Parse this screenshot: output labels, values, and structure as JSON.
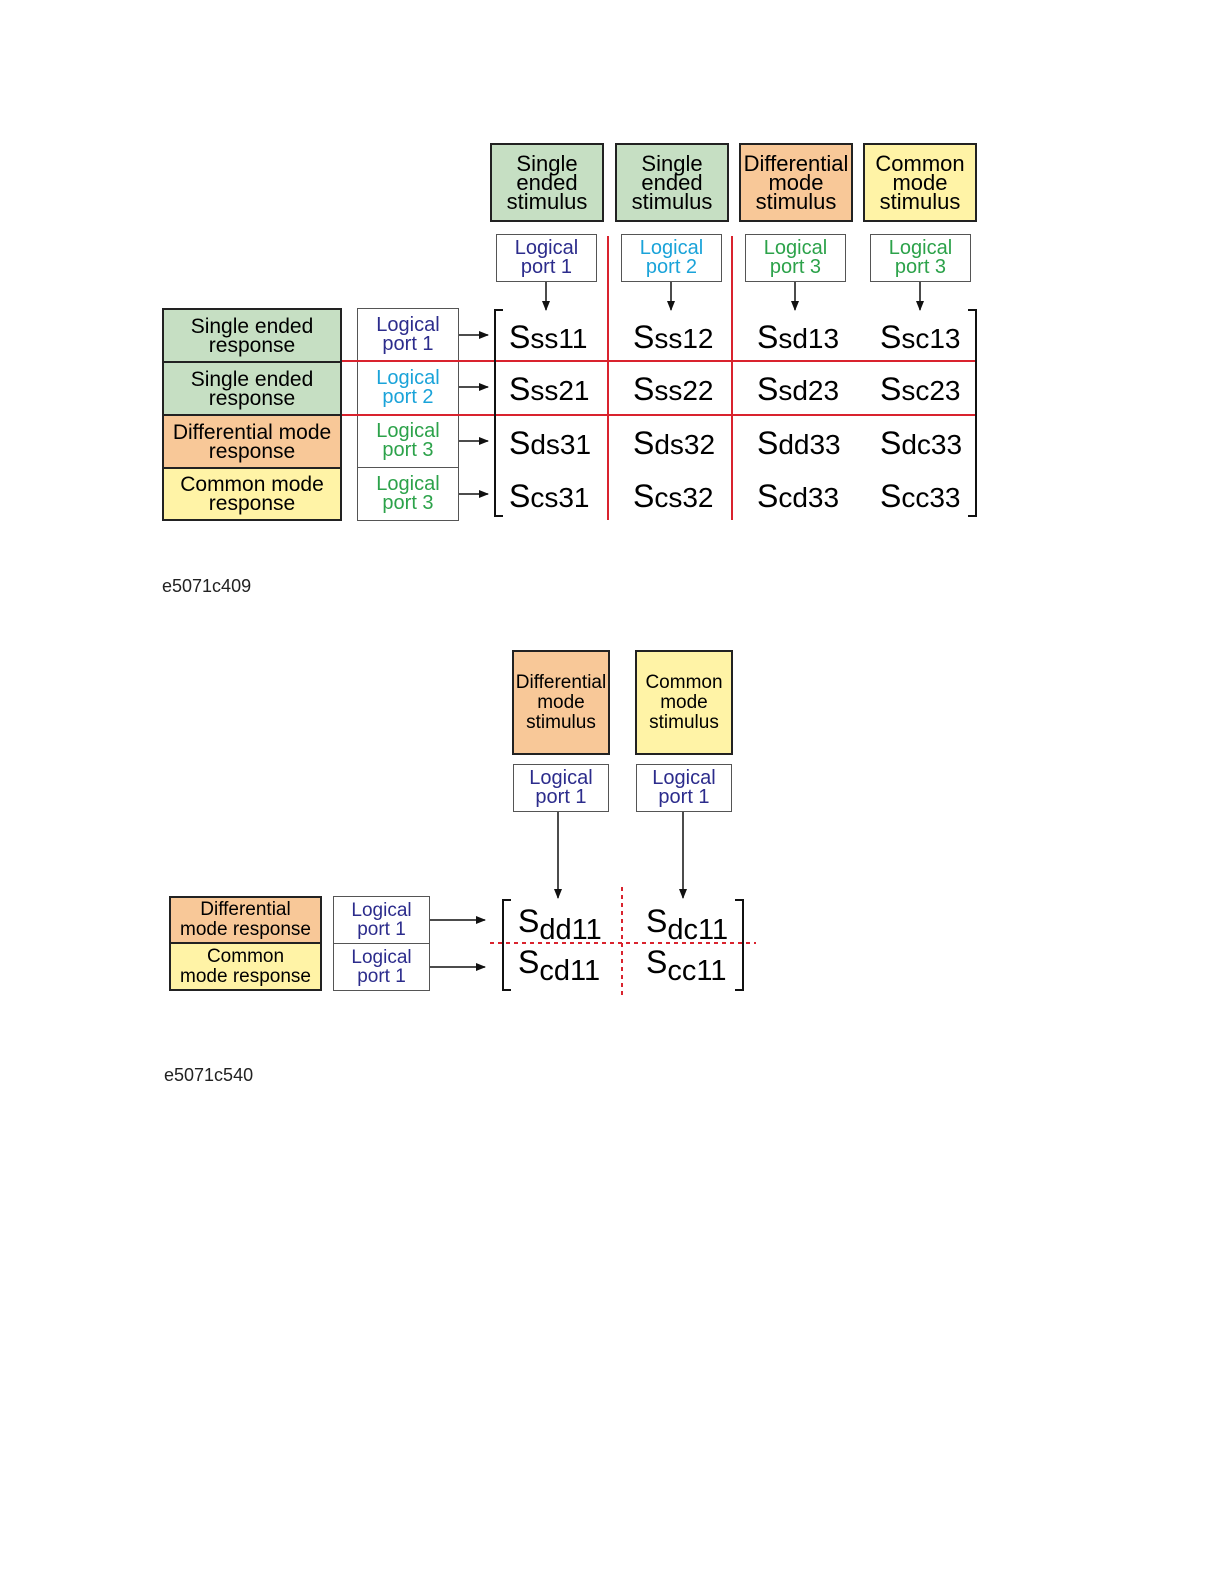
{
  "figure1": {
    "stimulus_headers": [
      "Single\nended\nstimulus",
      "Single\nended\nstimulus",
      "Differential\nmode\nstimulus",
      "Common\nmode\nstimulus"
    ],
    "column_ports": [
      "Logical\nport 1",
      "Logical\nport 2",
      "Logical\nport 3",
      "Logical\nport 3"
    ],
    "response_labels": [
      "Single ended\nresponse",
      "Single ended\nresponse",
      "Differential mode\nresponse",
      "Common mode\nresponse"
    ],
    "row_ports": [
      "Logical\nport 1",
      "Logical\nport 2",
      "Logical\nport 3",
      "Logical\nport 3"
    ],
    "matrix": [
      [
        {
          "s": "S",
          "sub": "ss11"
        },
        {
          "s": "S",
          "sub": "ss12"
        },
        {
          "s": "S",
          "sub": "sd13"
        },
        {
          "s": "S",
          "sub": "sc13"
        }
      ],
      [
        {
          "s": "S",
          "sub": "ss21"
        },
        {
          "s": "S",
          "sub": "ss22"
        },
        {
          "s": "S",
          "sub": "sd23"
        },
        {
          "s": "S",
          "sub": "sc23"
        }
      ],
      [
        {
          "s": "S",
          "sub": "ds31"
        },
        {
          "s": "S",
          "sub": "ds32"
        },
        {
          "s": "S",
          "sub": "dd33"
        },
        {
          "s": "S",
          "sub": "dc33"
        }
      ],
      [
        {
          "s": "S",
          "sub": "cs31"
        },
        {
          "s": "S",
          "sub": "cs32"
        },
        {
          "s": "S",
          "sub": "cd33"
        },
        {
          "s": "S",
          "sub": "cc33"
        }
      ]
    ],
    "caption": "e5071c409"
  },
  "figure2": {
    "stimulus_headers": [
      "Differential\nmode\nstimulus",
      "Common\nmode\nstimulus"
    ],
    "column_ports": [
      "Logical\nport 1",
      "Logical\nport 1"
    ],
    "response_labels": [
      "Differential\nmode response",
      "Common\nmode response"
    ],
    "row_ports": [
      "Logical\nport 1",
      "Logical\nport 1"
    ],
    "matrix": [
      [
        {
          "s": "S",
          "sub": "dd11"
        },
        {
          "s": "S",
          "sub": "dc11"
        }
      ],
      [
        {
          "s": "S",
          "sub": "cd11"
        },
        {
          "s": "S",
          "sub": "cc11"
        }
      ]
    ],
    "caption": "e5071c540"
  },
  "colors": {
    "single_ended": "#c6dfc3",
    "differential": "#f8c898",
    "common": "#fff3a6",
    "port1_text": "#2c2c8c",
    "port2_text": "#1aa3d9",
    "port3_text": "#2ca24a",
    "divider": "#d9232e"
  }
}
